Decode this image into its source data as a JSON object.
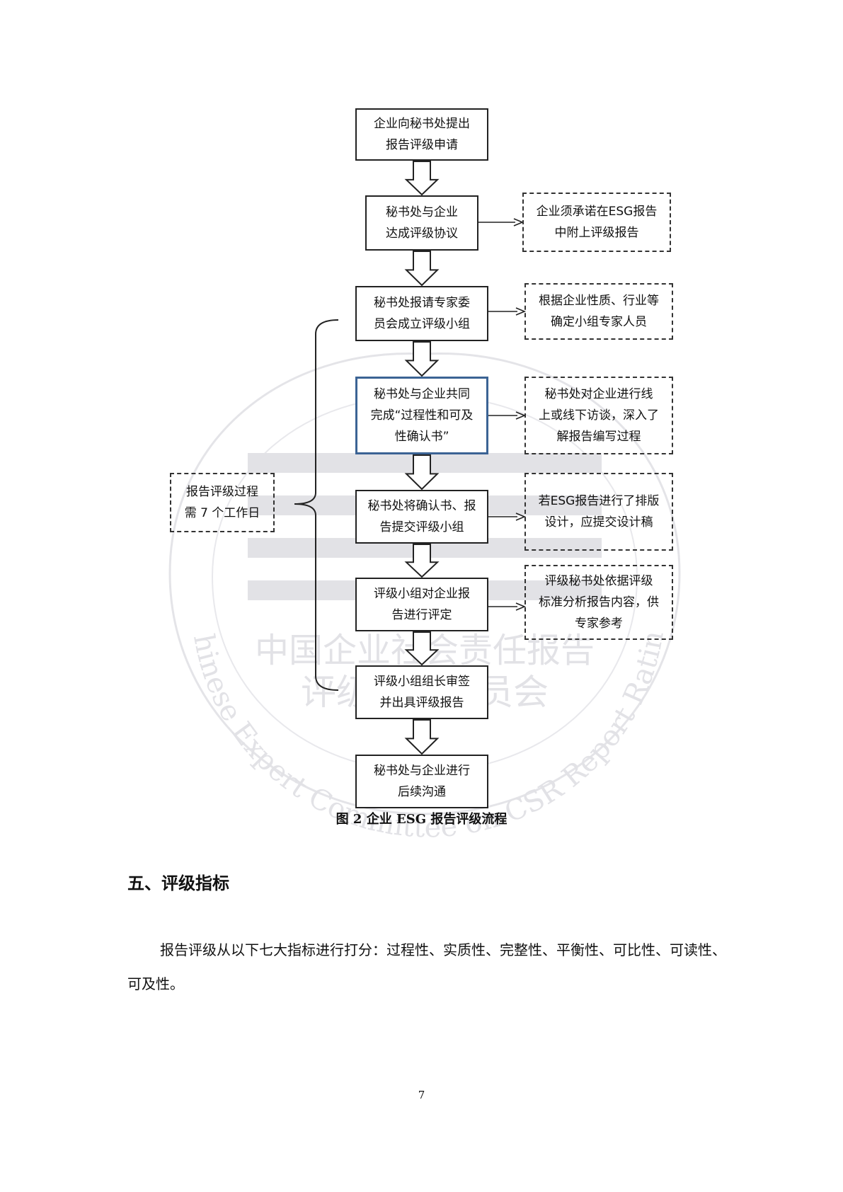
{
  "watermark": {
    "line1": "中国企业社会责任报告",
    "line2": "评级专家委员会",
    "arc_text": "Chinese Expert Committee on CSR Report Rating"
  },
  "flowchart": {
    "steps": [
      "企业向秘书处提出\n报告评级申请",
      "秘书处与企业\n达成评级协议",
      "秘书处报请专家委\n员会成立评级小组",
      "秘书处与企业共同\n完成“过程性和可及\n性确认书”",
      "秘书处将确认书、报\n告提交评级小组",
      "评级小组对企业报\n告进行评定",
      "评级小组组长审签\n并出具评级报告",
      "秘书处与企业进行\n后续沟通"
    ],
    "notes": [
      "企业须承诺在ESG报告\n中附上评级报告",
      "根据企业性质、行业等\n确定小组专家人员",
      "秘书处对企业进行线\n上或线下访谈，深入了\n解报告编写过程",
      "若ESG报告进行了排版\n设计，应提交设计稿",
      "评级秘书处依据评级\n标准分析报告内容，供\n专家参考"
    ],
    "bracket_label": "报告评级过程\n需 7 个工作日"
  },
  "caption": "图 2  企业 ESG 报告评级流程",
  "section_heading": "五、评级指标",
  "paragraph": "报告评级从以下七大指标进行打分：过程性、实质性、完整性、平衡性、可比性、可读性、可及性。",
  "page_number": "7",
  "colors": {
    "highlight_border": "#3b6394",
    "watermark": "#b9b9c4"
  }
}
